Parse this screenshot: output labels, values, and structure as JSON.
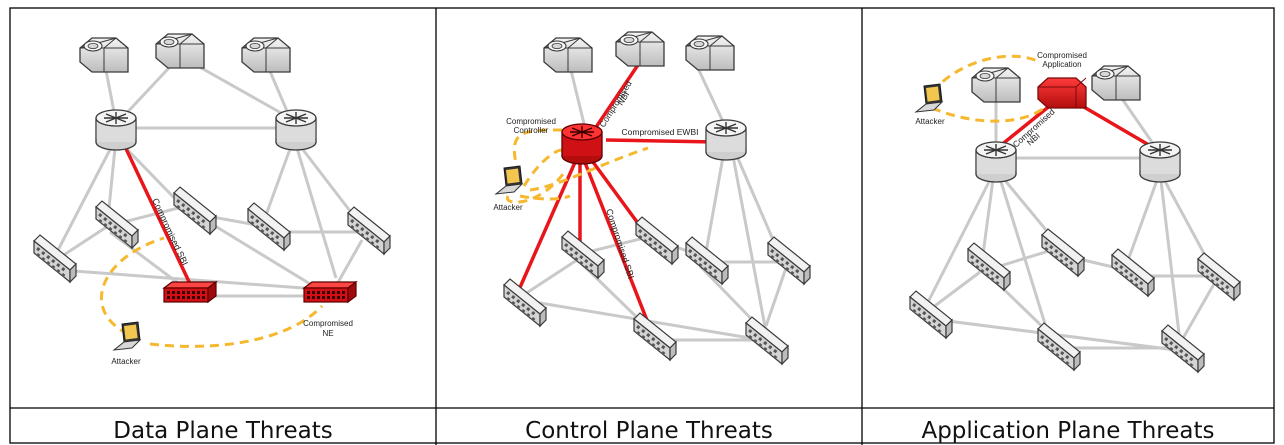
{
  "panels": [
    {
      "caption": "Data Plane Threats",
      "labels": {
        "attacker": "Attacker",
        "compromised_sbi": "Compromised SBI",
        "compromised_ne_line1": "Compromised",
        "compromised_ne_line2": "NE"
      }
    },
    {
      "caption": "Control Plane Threats",
      "labels": {
        "attacker": "Attacker",
        "compromised_controller_line1": "Compromised",
        "compromised_controller_line2": "Controller",
        "compromised_nbi_line1": "Compromised",
        "compromised_nbi_line2": "NBI",
        "compromised_ewbi": "Compromised EWBI",
        "compromised_sbi": "Compromised SBI"
      }
    },
    {
      "caption": "Application Plane Threats",
      "labels": {
        "attacker": "Attacker",
        "compromised_application_line1": "Compromised",
        "compromised_application_line2": "Application",
        "compromised_nbi_line1": "Compromised",
        "compromised_nbi_line2": "NBI"
      }
    }
  ],
  "colors": {
    "compromised": "#e8151b",
    "attack_path": "#f5b82e",
    "link": "#c9c9c9",
    "device_fill": "#ececec",
    "device_stroke": "#3a3a3a",
    "laptop_screen": "#f3c74f"
  },
  "icons": [
    "app-server-icon",
    "router-icon",
    "switch-icon",
    "laptop-icon"
  ]
}
